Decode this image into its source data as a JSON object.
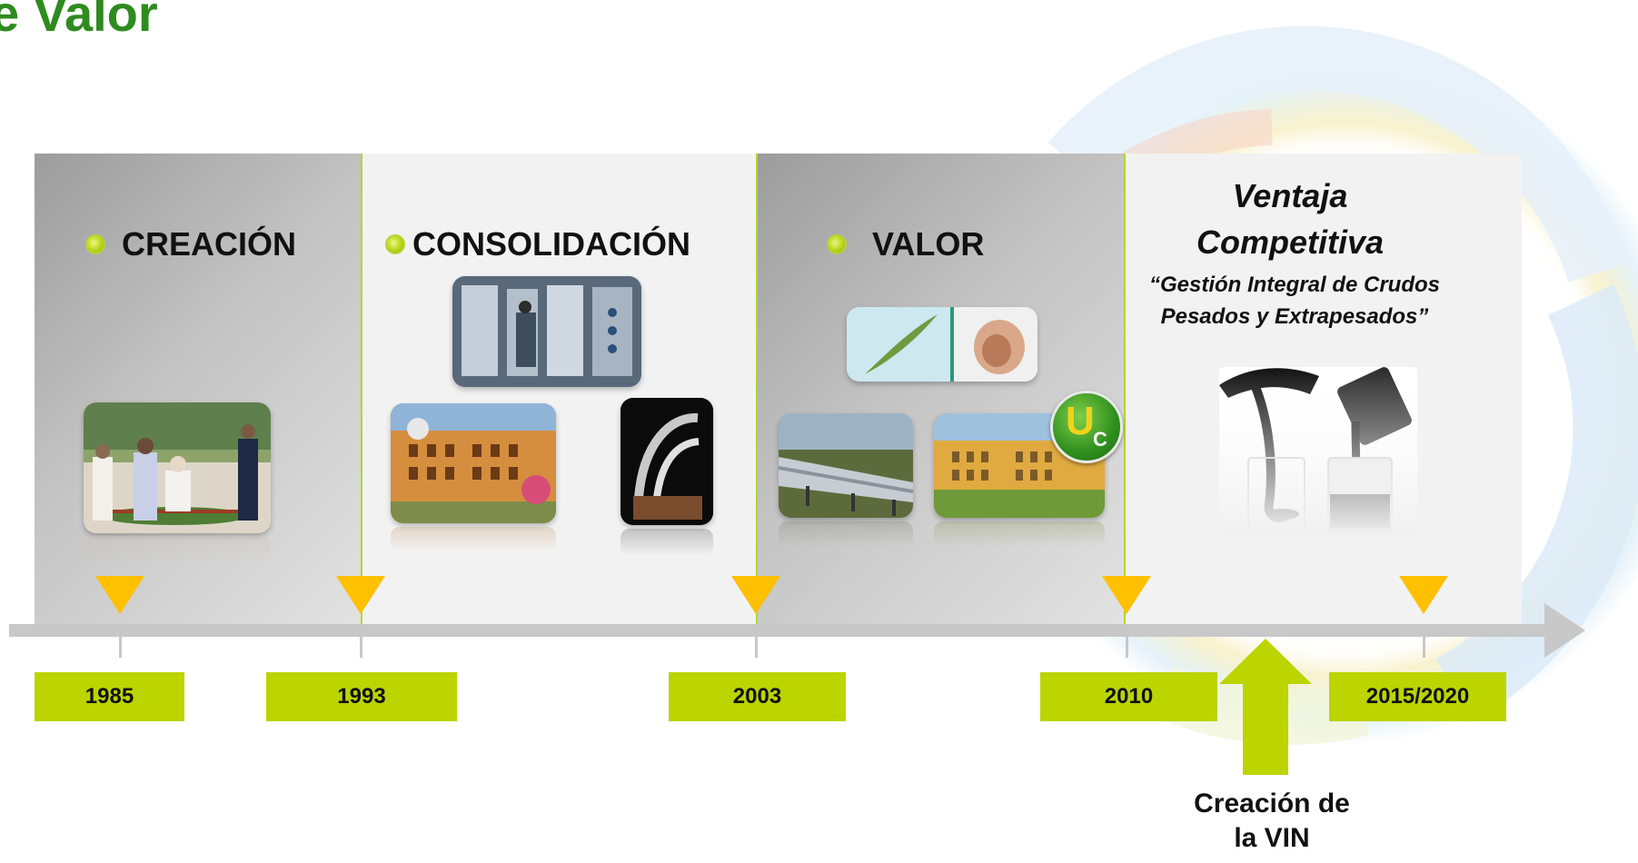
{
  "header": {
    "title": "e Valor"
  },
  "phases": [
    {
      "label": "CREACIÓN"
    },
    {
      "label": "CONSOLIDACIÓN"
    },
    {
      "label": "VALOR"
    }
  ],
  "competitive": {
    "title_line1": "Ventaja",
    "title_line2": "Competitiva",
    "subtitle_line1": "“Gestión Integral de Crudos",
    "subtitle_line2": "Pesados y Extrapesados”"
  },
  "timeline": {
    "years": [
      "1985",
      "1993",
      "2003",
      "2010",
      "2015/2020"
    ],
    "milestone": {
      "line1": "Creación de",
      "line2": "la VIN"
    }
  },
  "badge": {
    "main": "U",
    "sub": "C"
  },
  "colors": {
    "title_green": "#2e8b1e",
    "year_box": "#bcd400",
    "marker": "#ffc000",
    "arrow_green": "#bcd400",
    "axis": "#c8c8c8"
  }
}
